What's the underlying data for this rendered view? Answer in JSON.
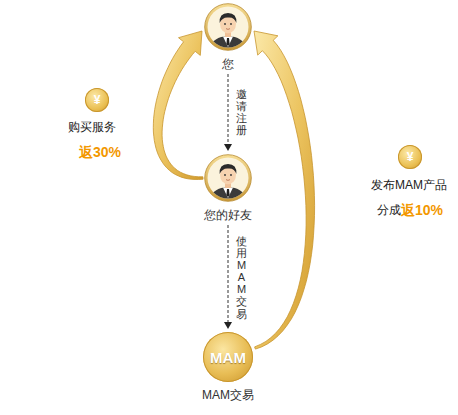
{
  "diagram": {
    "nodes": [
      {
        "text": [
          "您"
        ]
      },
      {
        "text": [
          "您的好友"
        ]
      },
      {
        "text": [
          "MAM",
          "MAM交易"
        ]
      }
    ],
    "edges": [
      {
        "from": 0,
        "to": 1,
        "arrow": "to",
        "label": "邀请注册"
      },
      {
        "from": 1,
        "to": 2,
        "arrow": "to",
        "label": "使用MAM交易"
      },
      {
        "from": 1,
        "to": 0,
        "arrow": "to"
      },
      {
        "from": 2,
        "to": 0,
        "arrow": "to"
      }
    ],
    "labels": [
      "¥",
      "购买服务",
      "返30%",
      "¥",
      "发布MAM产品",
      "分成",
      "返10%"
    ]
  }
}
